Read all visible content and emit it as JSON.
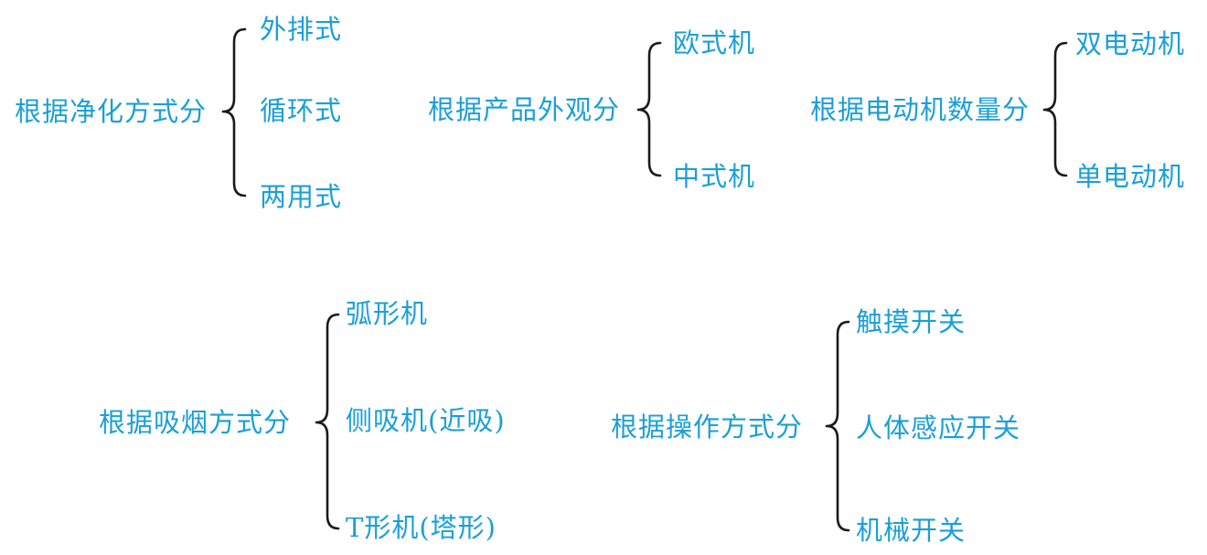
{
  "groups": [
    {
      "root": "根据净化方式分",
      "items": [
        "外排式",
        "循环式",
        "两用式"
      ]
    },
    {
      "root": "根据产品外观分",
      "items": [
        "欧式机",
        "中式机"
      ]
    },
    {
      "root": "根据电动机数量分",
      "items": [
        "双电动机",
        "单电动机"
      ]
    },
    {
      "root": "根据吸烟方式分",
      "items": [
        "弧形机",
        "侧吸机(近吸)",
        "T形机(塔形)"
      ]
    },
    {
      "root": "根据操作方式分",
      "items": [
        "触摸开关",
        "人体感应开关",
        "机械开关"
      ]
    }
  ]
}
